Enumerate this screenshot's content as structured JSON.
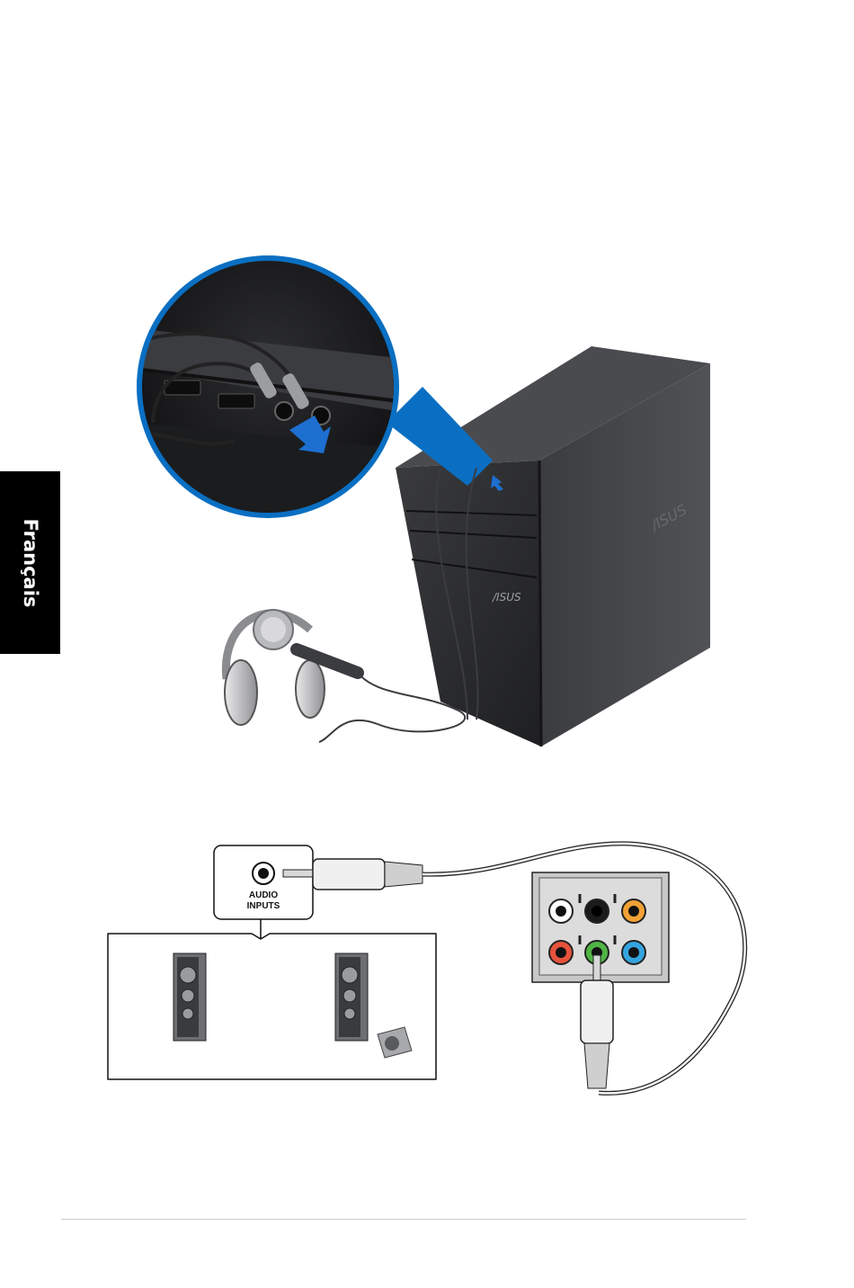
{
  "side_tab": {
    "label": "Français"
  },
  "figure_top": {
    "brand_text": "/ISUS"
  },
  "figure_bottom": {
    "audio_inputs_label_line1": "AUDIO",
    "audio_inputs_label_line2": "INPUTS"
  },
  "colors": {
    "zoom_ring": "#0a6fc2",
    "tower": "#2e2f31",
    "arrow": "#1d6fd0",
    "jack_pink": "#e6533c",
    "jack_green": "#4fb444",
    "jack_blue": "#35a4de",
    "jack_orange": "#f0a136"
  }
}
